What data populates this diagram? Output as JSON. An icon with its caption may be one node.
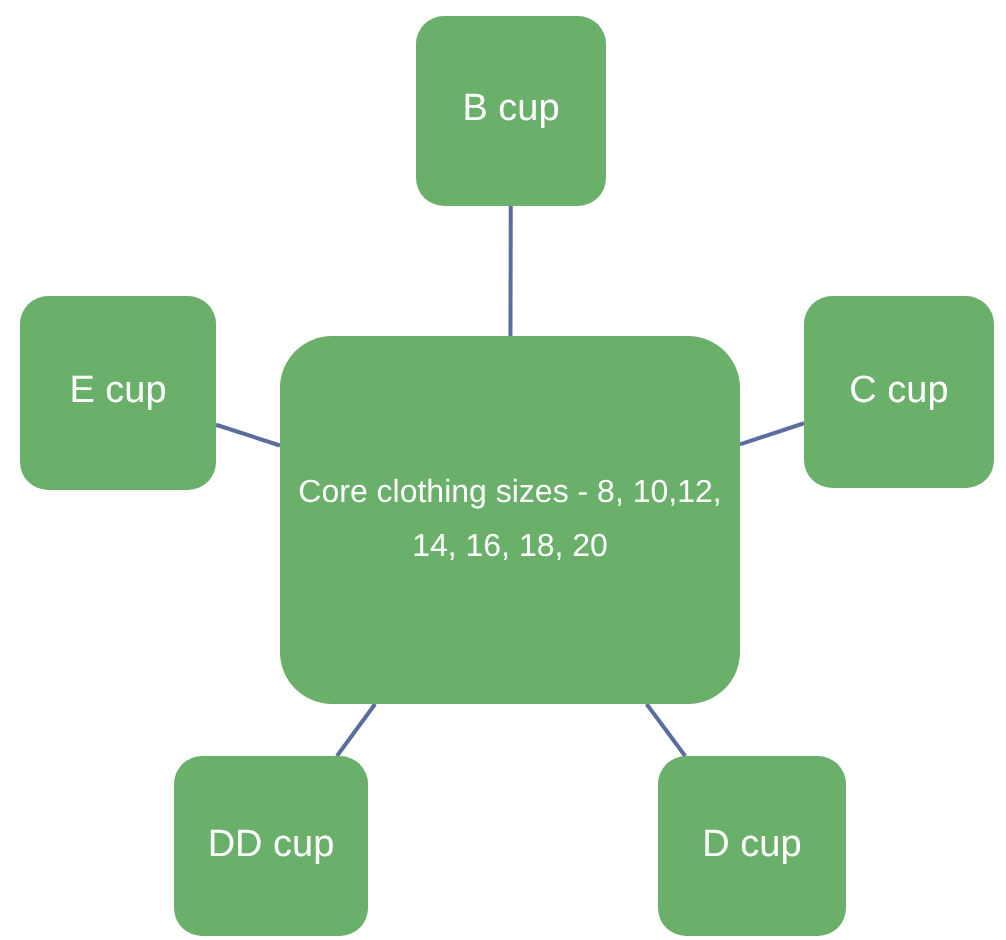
{
  "diagram": {
    "nodes": [
      {
        "text": [
          "Core clothing sizes - 8, 10,12, 14, 16, 18, 20"
        ]
      },
      {
        "text": [
          "B cup"
        ]
      },
      {
        "text": [
          "E cup"
        ]
      },
      {
        "text": [
          "C cup"
        ]
      },
      {
        "text": [
          "DD cup"
        ]
      },
      {
        "text": [
          "D cup"
        ]
      }
    ],
    "edges": [
      {
        "from": 0,
        "to": 1,
        "arrow": "none"
      },
      {
        "from": 0,
        "to": 2,
        "arrow": "none"
      },
      {
        "from": 0,
        "to": 3,
        "arrow": "none"
      },
      {
        "from": 0,
        "to": 4,
        "arrow": "none"
      },
      {
        "from": 0,
        "to": 5,
        "arrow": "none"
      }
    ]
  }
}
